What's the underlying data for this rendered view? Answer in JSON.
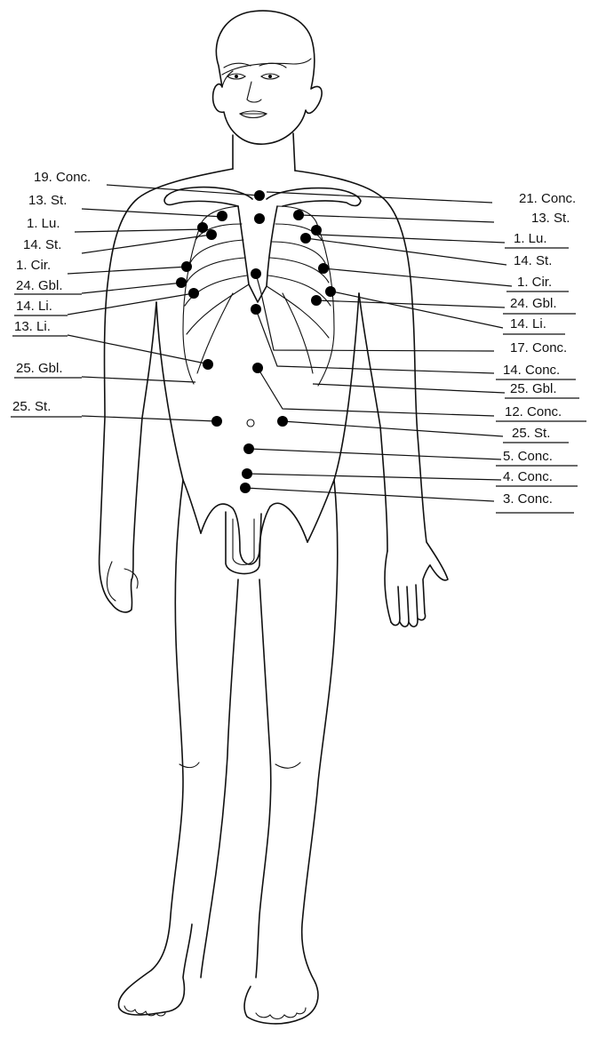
{
  "diagram": {
    "points": [
      {
        "id": "p-19-conc",
        "label": "19. Conc.",
        "side": "left"
      },
      {
        "id": "p-13-st-l",
        "label": "13. St.",
        "side": "left"
      },
      {
        "id": "p-1-lu-l",
        "label": "1. Lu.",
        "side": "left"
      },
      {
        "id": "p-14-st-l",
        "label": "14. St.",
        "side": "left"
      },
      {
        "id": "p-1-cir-l",
        "label": "1. Cir.",
        "side": "left"
      },
      {
        "id": "p-24-gbl-l",
        "label": "24. Gbl.",
        "side": "left"
      },
      {
        "id": "p-14-li-l",
        "label": "14. Li.",
        "side": "left"
      },
      {
        "id": "p-13-li-l",
        "label": "13. Li.",
        "side": "left"
      },
      {
        "id": "p-25-gbl-l",
        "label": "25. Gbl.",
        "side": "left"
      },
      {
        "id": "p-25-st-l",
        "label": "25. St.",
        "side": "left"
      },
      {
        "id": "p-21-conc",
        "label": "21. Conc.",
        "side": "right"
      },
      {
        "id": "p-13-st-r",
        "label": "13. St.",
        "side": "right"
      },
      {
        "id": "p-1-lu-r",
        "label": "1. Lu.",
        "side": "right"
      },
      {
        "id": "p-14-st-r",
        "label": "14. St.",
        "side": "right"
      },
      {
        "id": "p-1-cir-r",
        "label": "1. Cir.",
        "side": "right"
      },
      {
        "id": "p-24-gbl-r",
        "label": "24. Gbl.",
        "side": "right"
      },
      {
        "id": "p-14-li-r",
        "label": "14. Li.",
        "side": "right"
      },
      {
        "id": "p-17-conc",
        "label": "17. Conc.",
        "side": "right"
      },
      {
        "id": "p-14-conc",
        "label": "14. Conc.",
        "side": "right"
      },
      {
        "id": "p-25-gbl-r",
        "label": "25. Gbl.",
        "side": "right"
      },
      {
        "id": "p-12-conc",
        "label": "12. Conc.",
        "side": "right"
      },
      {
        "id": "p-25-st-r",
        "label": "25. St.",
        "side": "right"
      },
      {
        "id": "p-5-conc",
        "label": "5. Conc.",
        "side": "right"
      },
      {
        "id": "p-4-conc",
        "label": "4. Conc.",
        "side": "right"
      },
      {
        "id": "p-3-conc",
        "label": "3. Conc.",
        "side": "right"
      }
    ]
  }
}
